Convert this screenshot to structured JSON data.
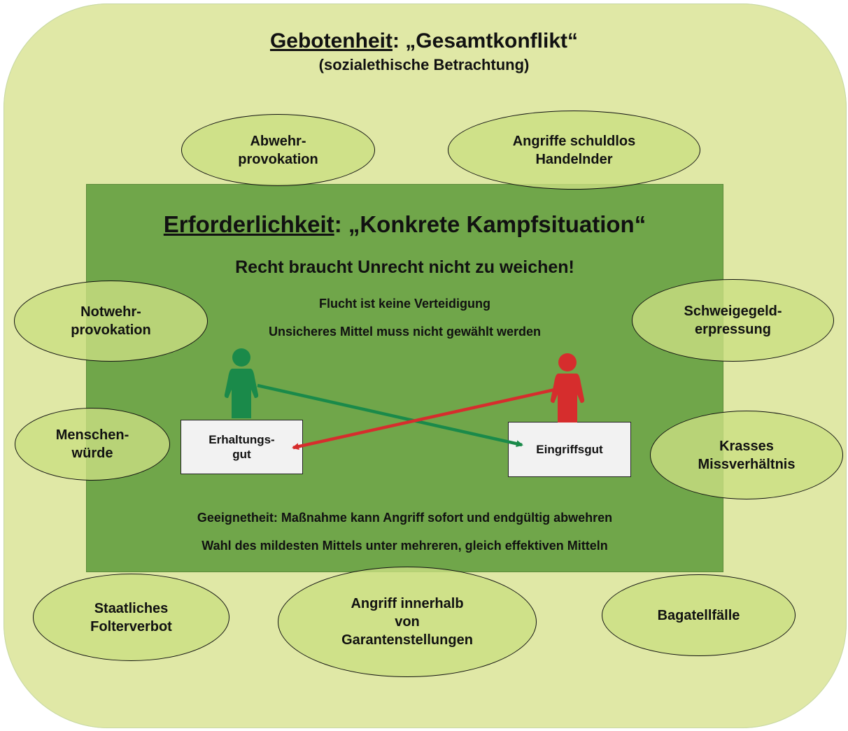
{
  "outer": {
    "title_label": "Gebotenheit",
    "title_rest": ": „Gesamtkonflikt“",
    "subtitle": "(sozialethische Betrachtung)"
  },
  "inner": {
    "title_label": "Erforderlichkeit",
    "title_rest": ": „Konkrete Kampfsituation“",
    "headline": "Recht braucht Unrecht nicht zu weichen!",
    "line1": "Flucht ist keine Verteidigung",
    "line2": "Unsicheres Mittel muss nicht gewählt werden",
    "bottom1": "Geeignetheit: Maßnahme kann Angriff sofort und endgültig abwehren",
    "bottom2": "Wahl des mildesten Mittels unter mehreren, gleich effektiven Mitteln",
    "box_left": "Erhaltungs-\ngut",
    "box_right": "Eingriffsgut"
  },
  "ellipses": {
    "abwehrprovokation": "Abwehr-\nprovokation",
    "angriffe_schuldlos": "Angriffe schuldlos\nHandelnder",
    "notwehrprovokation": "Notwehr-\nprovokation",
    "schweigegelderpressung": "Schweigegeld-\nerpressung",
    "menschenwuerde": "Menschen-\nwürde",
    "krasses_missverhaeltnis": "Krasses\nMissverhältnis",
    "folterverbot": "Staatliches\nFolterverbot",
    "garantenstellungen": "Angriff innerhalb\nvon\nGarantenstellungen",
    "bagatellfaelle": "Bagatellfälle"
  },
  "colors": {
    "outer_fill": "#e0e8a6",
    "inner_fill": "#70a64a",
    "ellipse_fill": "#cbde82",
    "defender": "#1a8a4a",
    "attacker": "#d62d2d"
  }
}
